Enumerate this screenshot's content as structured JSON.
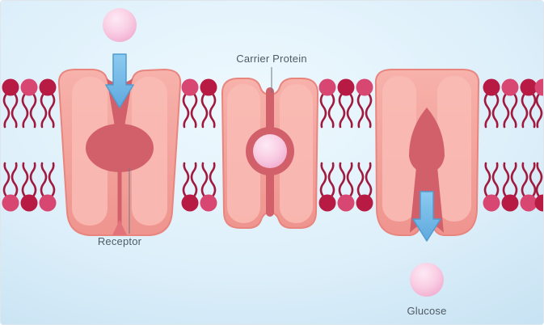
{
  "diagram": {
    "labels": {
      "carrier_protein": "Carrier Protein",
      "receptor": "Receptor",
      "glucose": "Glucose"
    },
    "colors": {
      "background_light": "#eef9fe",
      "background_dark": "#c8e3f3",
      "lipid_head_dark": "#b71b44",
      "lipid_head_light": "#d84672",
      "lipid_tail": "#a01a3e",
      "protein_body": "#f5a9a3",
      "protein_highlight": "#f9bcb5",
      "protein_core": "#d2606a",
      "arrow_blue": "#74b9e8",
      "molecule_pink": "#f7c3dc",
      "label_text": "#4e5a64"
    }
  }
}
